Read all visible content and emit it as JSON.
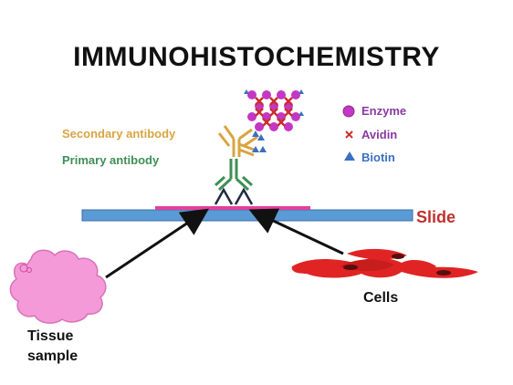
{
  "title": "IMMUNOHISTOCHEMISTRY",
  "labels": {
    "secondary_antibody": "Secondary antibody",
    "primary_antibody": "Primary antibody",
    "slide": "Slide",
    "cells": "Cells",
    "tissue_line1": "Tissue",
    "tissue_line2": "sample"
  },
  "legend": [
    {
      "symbol": "circle",
      "label": "Enzyme"
    },
    {
      "symbol": "x",
      "label": "Avidin"
    },
    {
      "symbol": "triangle",
      "label": "Biotin"
    }
  ],
  "colors": {
    "secondary": "#d9a441",
    "primary": "#3f8f55",
    "slide_fill": "#5b9bd5",
    "slide_text": "#c0302c",
    "enzyme": "#c437c4",
    "avidin": "#cc2d2d",
    "biotin": "#3b6fbf",
    "tissue": "#f49ad8",
    "cells": "#e02424",
    "legend_text": "#8a3aa0"
  }
}
